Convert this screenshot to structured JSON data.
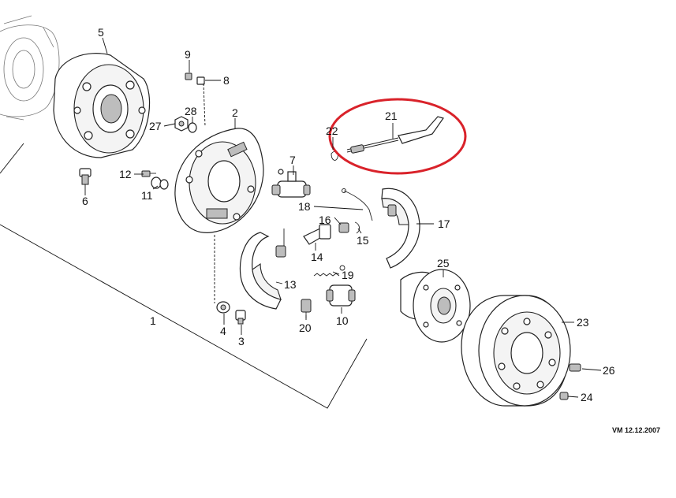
{
  "callouts": {
    "c1": "1",
    "c2": "2",
    "c3": "3",
    "c4": "4",
    "c5": "5",
    "c6": "6",
    "c7": "7",
    "c8": "8",
    "c9": "9",
    "c10": "10",
    "c11": "11",
    "c12": "12",
    "c13": "13",
    "c14": "14",
    "c15": "15",
    "c16": "16",
    "c17": "17",
    "c18": "18",
    "c19": "19",
    "c20": "20",
    "c21": "21",
    "c22": "22",
    "c23": "23",
    "c24": "24",
    "c25": "25",
    "c26": "26",
    "c27": "27",
    "c28": "28"
  },
  "stamp": "VM 12.12.2007",
  "colors": {
    "highlight": "#d9222a",
    "line": "#222222"
  }
}
